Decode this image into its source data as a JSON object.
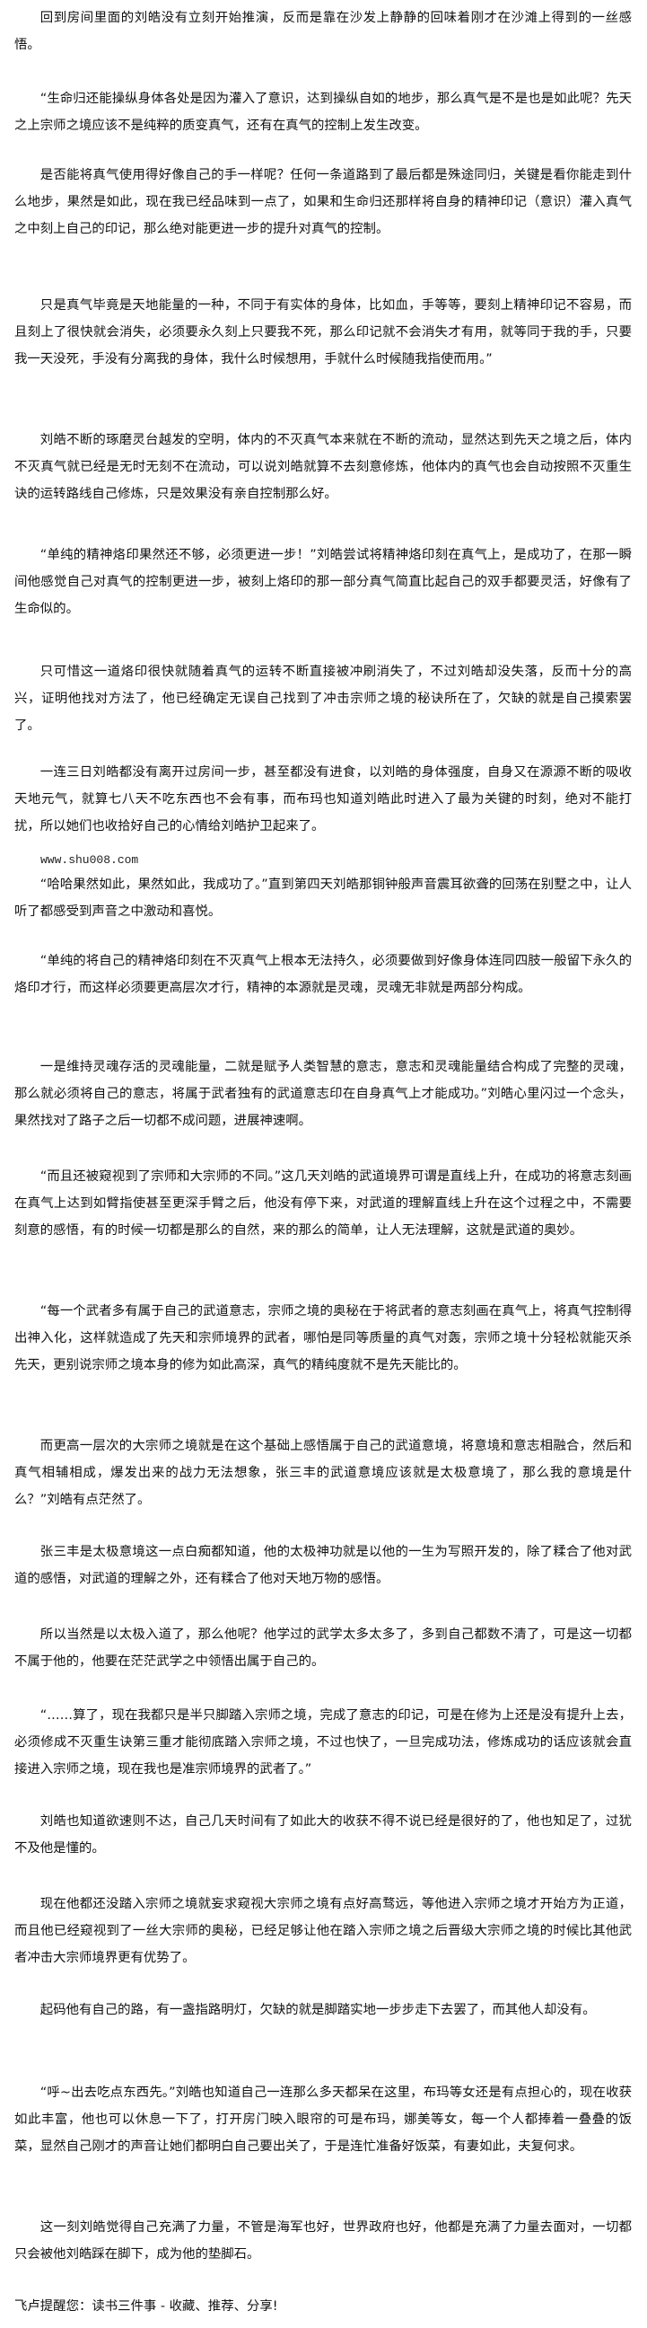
{
  "paragraphs": [
    "回到房间里面的刘皓没有立刻开始推演，反而是靠在沙发上静静的回味着刚才在沙滩上得到的一丝感悟。",
    "“生命归还能操纵身体各处是因为灌入了意识，达到操纵自如的地步，那么真气是不是也是如此呢？先天之上宗师之境应该不是纯粹的质变真气，还有在真气的控制上发生改变。",
    "是否能将真气使用得好像自己的手一样呢？任何一条道路到了最后都是殊途同归，关键是看你能走到什么地步，果然是如此，现在我已经品味到一点了，如果和生命归还那样将自身的精神印记（意识）灌入真气之中刻上自己的印记，那么绝对能更进一步的提升对真气的控制。",
    "只是真气毕竟是天地能量的一种，不同于有实体的身体，比如血，手等等，要刻上精神印记不容易，而且刻上了很快就会消失，必须要永久刻上只要我不死，那么印记就不会消失才有用，就等同于我的手，只要我一天没死，手没有分离我的身体，我什么时候想用，手就什么时候随我指使而用。”",
    "刘皓不断的琢磨灵台越发的空明，体内的不灭真气本来就在不断的流动，显然达到先天之境之后，体内不灭真气就已经是无时无刻不在流动，可以说刘皓就算不去刻意修炼，他体内的真气也会自动按照不灭重生诀的运转路线自己修炼，只是效果没有亲自控制那么好。",
    "“单纯的精神烙印果然还不够，必须更进一步！”刘皓尝试将精神烙印刻在真气上，是成功了，在那一瞬间他感觉自己对真气的控制更进一步，被刻上烙印的那一部分真气简直比起自己的双手都要灵活，好像有了生命似的。",
    "只可惜这一道烙印很快就随着真气的运转不断直接被冲刷消失了，不过刘皓却没失落，反而十分的高兴，证明他找对方法了，他已经确定无误自己找到了冲击宗师之境的秘诀所在了，欠缺的就是自己摸索罢了。",
    "一连三日刘皓都没有离开过房间一步，甚至都没有进食，以刘皓的身体强度，自身又在源源不断的吸收天地元气，就算七八天不吃东西也不会有事，而布玛也知道刘皓此时进入了最为关键的时刻，绝对不能打扰，所以她们也收拾好自己的心情给刘皓护卫起来了。",
    "“哈哈果然如此，果然如此，我成功了。”直到第四天刘皓那铜钟般声音震耳欲聋的回荡在别墅之中，让人听了都感受到声音之中激动和喜悦。",
    "“单纯的将自己的精神烙印刻在不灭真气上根本无法持久，必须要做到好像身体连同四肢一般留下永久的烙印才行，而这样必须要更高层次才行，精神的本源就是灵魂，灵魂无非就是两部分构成。",
    "一是维持灵魂存活的灵魂能量，二就是赋予人类智慧的意志，意志和灵魂能量结合构成了完整的灵魂，那么就必须将自己的意志，将属于武者独有的武道意志印在自身真气上才能成功。”刘皓心里闪过一个念头，果然找对了路子之后一切都不成问题，进展神速啊。",
    "“而且还被窥视到了宗师和大宗师的不同。”这几天刘皓的武道境界可谓是直线上升，在成功的将意志刻画在真气上达到如臂指使甚至更深手臂之后，他没有停下来，对武道的理解直线上升在这个过程之中，不需要刻意的感悟，有的时候一切都是那么的自然，来的那么的简单，让人无法理解，这就是武道的奥妙。",
    "“每一个武者多有属于自己的武道意志，宗师之境的奥秘在于将武者的意志刻画在真气上，将真气控制得出神入化，这样就造成了先天和宗师境界的武者，哪怕是同等质量的真气对轰，宗师之境十分轻松就能灭杀先天，更别说宗师之境本身的修为如此高深，真气的精纯度就不是先天能比的。",
    "而更高一层次的大宗师之境就是在这个基础上感悟属于自己的武道意境，将意境和意志相融合，然后和真气相辅相成，爆发出来的战力无法想象，张三丰的武道意境应该就是太极意境了，那么我的意境是什么？”刘皓有点茫然了。",
    "张三丰是太极意境这一点白痴都知道，他的太极神功就是以他的一生为写照开发的，除了糅合了他对武道的感悟，对武道的理解之外，还有糅合了他对天地万物的感悟。",
    "所以当然是以太极入道了，那么他呢？他学过的武学太多太多了，多到自己都数不清了，可是这一切都不属于他的，他要在茫茫武学之中领悟出属于自己的。",
    "“……算了，现在我都只是半只脚踏入宗师之境，完成了意志的印记，可是在修为上还是没有提升上去，必须修成不灭重生诀第三重才能彻底踏入宗师之境，不过也快了，一旦完成功法，修炼成功的话应该就会直接进入宗师之境，现在我也是准宗师境界的武者了。”",
    "刘皓也知道欲速则不达，自己几天时间有了如此大的收获不得不说已经是很好的了，他也知足了，过犹不及他是懂的。",
    "现在他都还没踏入宗师之境就妄求窥视大宗师之境有点好高骛远，等他进入宗师之境才开始方为正道，而且他已经窥视到了一丝大宗师的奥秘，已经足够让他在踏入宗师之境之后晋级大宗师之境的时候比其他武者冲击大宗师境界更有优势了。",
    "起码他有自己的路，有一盏指路明灯，欠缺的就是脚踏实地一步步走下去罢了，而其他人却没有。",
    "“呼~出去吃点东西先。”刘皓也知道自己一连那么多天都呆在这里，布玛等女还是有点担心的，现在收获如此丰富，他也可以休息一下了，打开房门映入眼帘的可是布玛，娜美等女，每一个人都捧着一叠叠的饭菜，显然自己刚才的声音让她们都明白自己要出关了，于是连忙准备好饭菜，有妻如此，夫复何求。",
    "这一刻刘皓觉得自己充满了力量，不管是海军也好，世界政府也好，他都是充满了力量去面对，一切都只会被他刘皓踩在脚下，成为他的垫脚石。"
  ],
  "watermark": "www.shu008.com",
  "footer": "飞卢提醒您：读书三件事 - 收藏、推荐、分享!"
}
